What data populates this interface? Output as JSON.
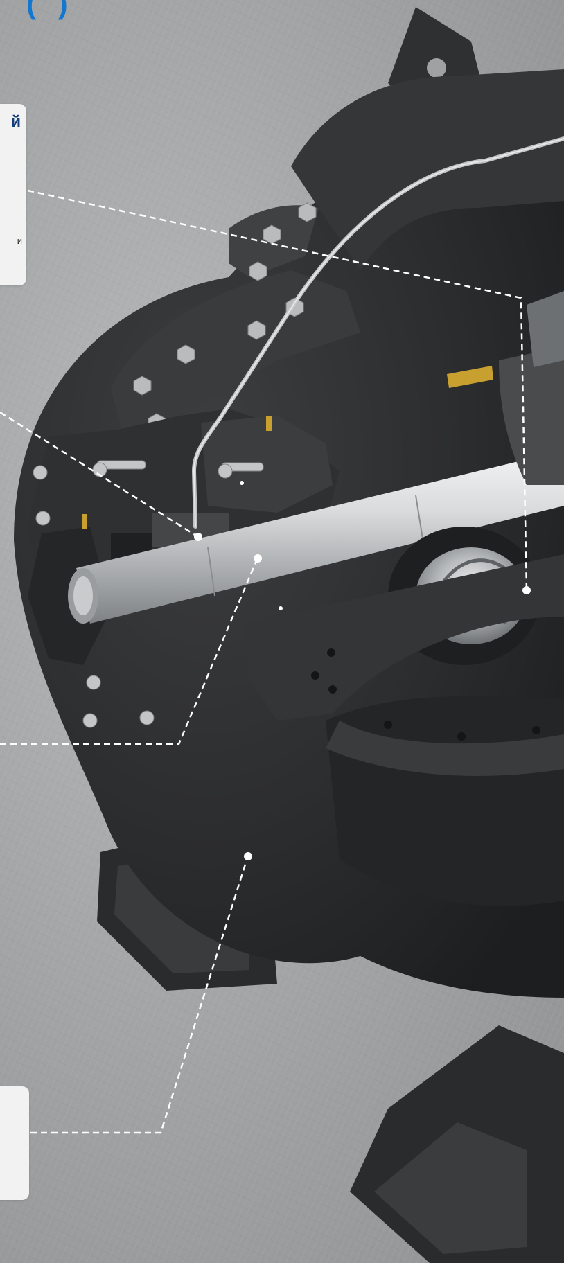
{
  "header": {
    "brackets_glyph": "( )"
  },
  "callouts": {
    "top": {
      "title_fragment": "й",
      "text_fragment": "и"
    },
    "bottom": {}
  },
  "colors": {
    "background": "#a4a6a7",
    "pump_body": "#2d2e30",
    "shaft": "#d6d8d9",
    "callout_bg": "#f2f2f2",
    "title_blue": "#123e7a",
    "accent_blue": "#1376cf",
    "brass": "#c8a030"
  },
  "icons": {
    "pump": "centrifugal-pump-cutaway-illustration",
    "leader_dot": "leader-line-dot"
  }
}
